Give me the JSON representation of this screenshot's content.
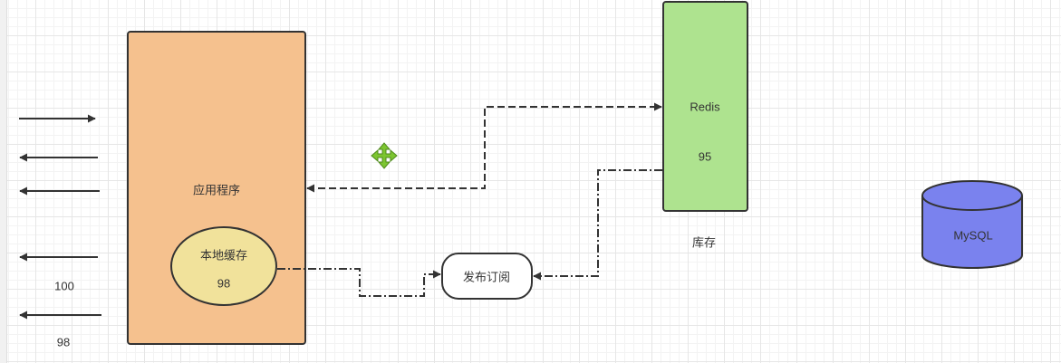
{
  "colors": {
    "app_fill": "#f5c18e",
    "cache_fill": "#f1e29b",
    "redis_fill": "#aee38f",
    "mysql_fill": "#7a82ee",
    "stroke": "#333333",
    "move_icon": "#7cc530"
  },
  "nodes": {
    "app": {
      "label": "应用程序"
    },
    "local_cache": {
      "label": "本地缓存",
      "value": "98"
    },
    "redis": {
      "label": "Redis",
      "value": "95",
      "caption": "库存"
    },
    "pubsub": {
      "label": "发布订阅"
    },
    "mysql": {
      "label": "MySQL"
    }
  },
  "left_labels": {
    "first": "100",
    "second": "98"
  },
  "icons": {
    "move": "move-arrows-icon"
  }
}
